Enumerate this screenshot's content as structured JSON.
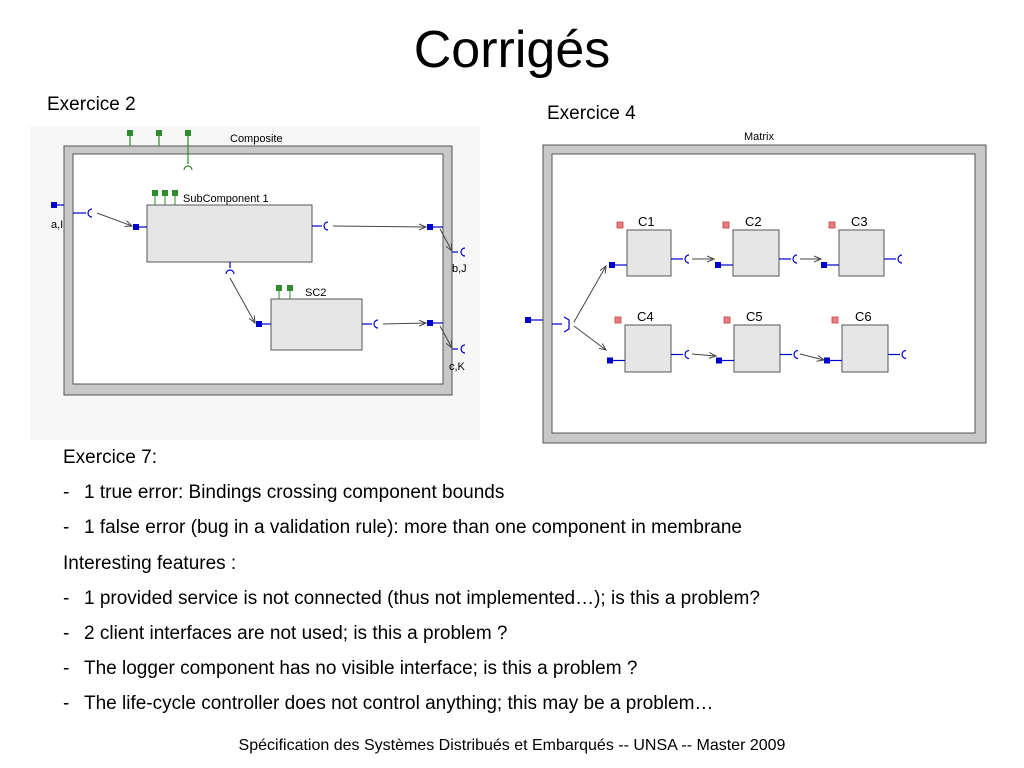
{
  "title": "Corrigés",
  "exercise2": {
    "label": "Exercice 2",
    "composite_label": "Composite",
    "subcomponent1_label": "SubComponent 1",
    "sc2_label": "SC2",
    "port_left_label": "a,I",
    "port_b_label": "b,J",
    "port_c_label": "c,K"
  },
  "exercise4": {
    "label": "Exercice 4",
    "matrix_label": "Matrix",
    "components": [
      "C1",
      "C2",
      "C3",
      "C4",
      "C5",
      "C6"
    ]
  },
  "notes": [
    {
      "dash": false,
      "text": "Exercice 7:"
    },
    {
      "dash": true,
      "text": "1 true error:  Bindings crossing component bounds"
    },
    {
      "dash": true,
      "text": "1 false error (bug in a validation rule): more than one component in membrane"
    },
    {
      "dash": false,
      "text": "Interesting features :"
    },
    {
      "dash": true,
      "text": "1 provided service is not connected (thus not implemented…); is this a problem?"
    },
    {
      "dash": true,
      "text": "2 client interfaces are not used; is this a problem ?"
    },
    {
      "dash": true,
      "text": "The logger component has no visible interface; is this a problem ?"
    },
    {
      "dash": true,
      "text": "The life-cycle controller does not control anything; this may be a problem…"
    }
  ],
  "footer": "Spécification des Systèmes Distribués et Embarqués  --  UNSA -- Master 2009",
  "colors": {
    "port_blue": "#0000cc",
    "controller_green": "#2e8b2e",
    "component_fill": "#e6e6e6",
    "membrane_gray": "#c8c8c8",
    "lifecycle_red": "#e88080"
  }
}
